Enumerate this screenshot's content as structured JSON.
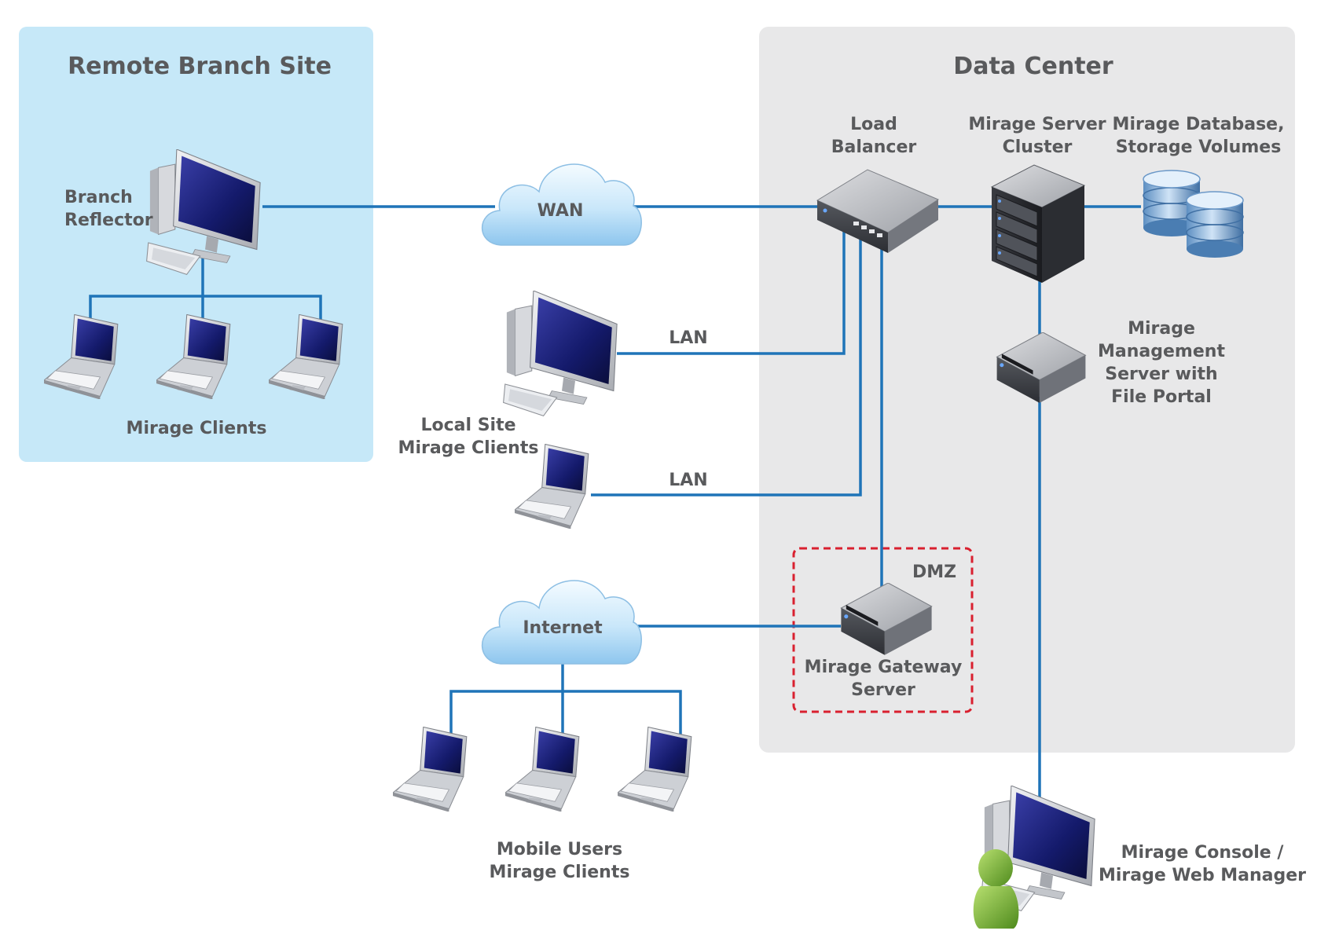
{
  "zones": {
    "remote_branch": {
      "title": "Remote Branch Site"
    },
    "data_center": {
      "title": "Data Center"
    },
    "dmz": {
      "title": "DMZ"
    }
  },
  "nodes": {
    "branch_reflector": {
      "line1": "Branch",
      "line2": "Reflector"
    },
    "branch_clients": {
      "label": "Mirage Clients"
    },
    "wan": {
      "label": "WAN"
    },
    "internet": {
      "label": "Internet"
    },
    "load_balancer": {
      "line1": "Load",
      "line2": "Balancer"
    },
    "server_cluster": {
      "line1": "Mirage Server",
      "line2": "Cluster"
    },
    "database": {
      "line1": "Mirage Database,",
      "line2": "Storage Volumes"
    },
    "management_server": {
      "line1": "Mirage",
      "line2": "Management",
      "line3": "Server with",
      "line4": "File Portal"
    },
    "local_clients": {
      "line1": "Local Site",
      "line2": "Mirage Clients"
    },
    "gateway_server": {
      "line1": "Mirage Gateway",
      "line2": "Server"
    },
    "mobile_clients": {
      "line1": "Mobile Users",
      "line2": "Mirage Clients"
    },
    "console": {
      "line1": "Mirage Console /",
      "line2": "Mirage Web Manager"
    }
  },
  "links": {
    "lan_desktop": {
      "label": "LAN"
    },
    "lan_laptop": {
      "label": "LAN"
    }
  },
  "colors": {
    "link": "#1f74b8",
    "remote_zone": "#c6e8f8",
    "data_center_zone": "#e8e8e9",
    "dmz_border": "#d9202f",
    "text": "#595a5c",
    "user_figure": "#7ab531"
  }
}
